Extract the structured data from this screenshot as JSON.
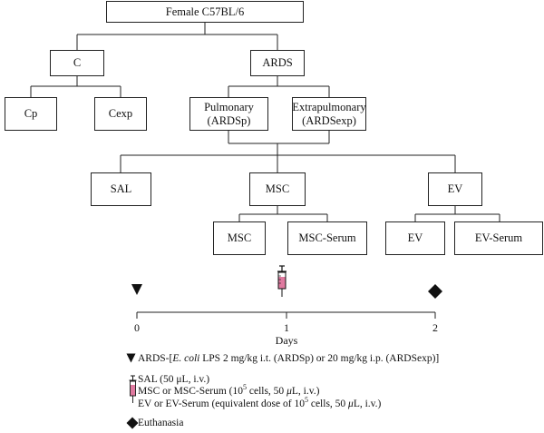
{
  "tree": {
    "root": "Female C57BL/6",
    "control": "C",
    "ards": "ARDS",
    "cp": "Cp",
    "cexp": "Cexp",
    "pulmonary": {
      "line1": "Pulmonary",
      "line2": "(ARDSp)"
    },
    "extrapulmonary": {
      "line1": "Extrapulmonary",
      "line2": "(ARDSexp)"
    },
    "sal": "SAL",
    "msc": "MSC",
    "ev": "EV",
    "msc_child": "MSC",
    "msc_serum": "MSC-Serum",
    "ev_child": "EV",
    "ev_serum": "EV-Serum"
  },
  "timeline": {
    "ticks": [
      "0",
      "1",
      "2"
    ],
    "axis_label": "Days"
  },
  "legend": {
    "ards_prefix": "ARDS-[",
    "ards_ecoli": "E. coli",
    "ards_rest": " LPS 2 mg/kg i.t. (ARDSp) or 20 mg/kg i.p. (ARDSexp)]",
    "sal": "SAL (50 μL, i.v.)",
    "msc_a": "MSC or MSC-Serum (10",
    "msc_sup": "5",
    "msc_b": " cells, 50 ",
    "msc_mu": "μ",
    "msc_c": "L, i.v.)",
    "ev_a": "EV or EV-Serum (equivalent dose of 10",
    "ev_sup": "5",
    "ev_b": " cells, 50 ",
    "ev_mu": "μ",
    "ev_c": "L, i.v.)",
    "euthanasia": "Euthanasia"
  },
  "colors": {
    "line": "#222222",
    "syringe_fill": "#e07aa0",
    "marker": "#111111"
  },
  "icons": [
    "triangle-down-icon",
    "syringe-icon",
    "diamond-icon"
  ]
}
